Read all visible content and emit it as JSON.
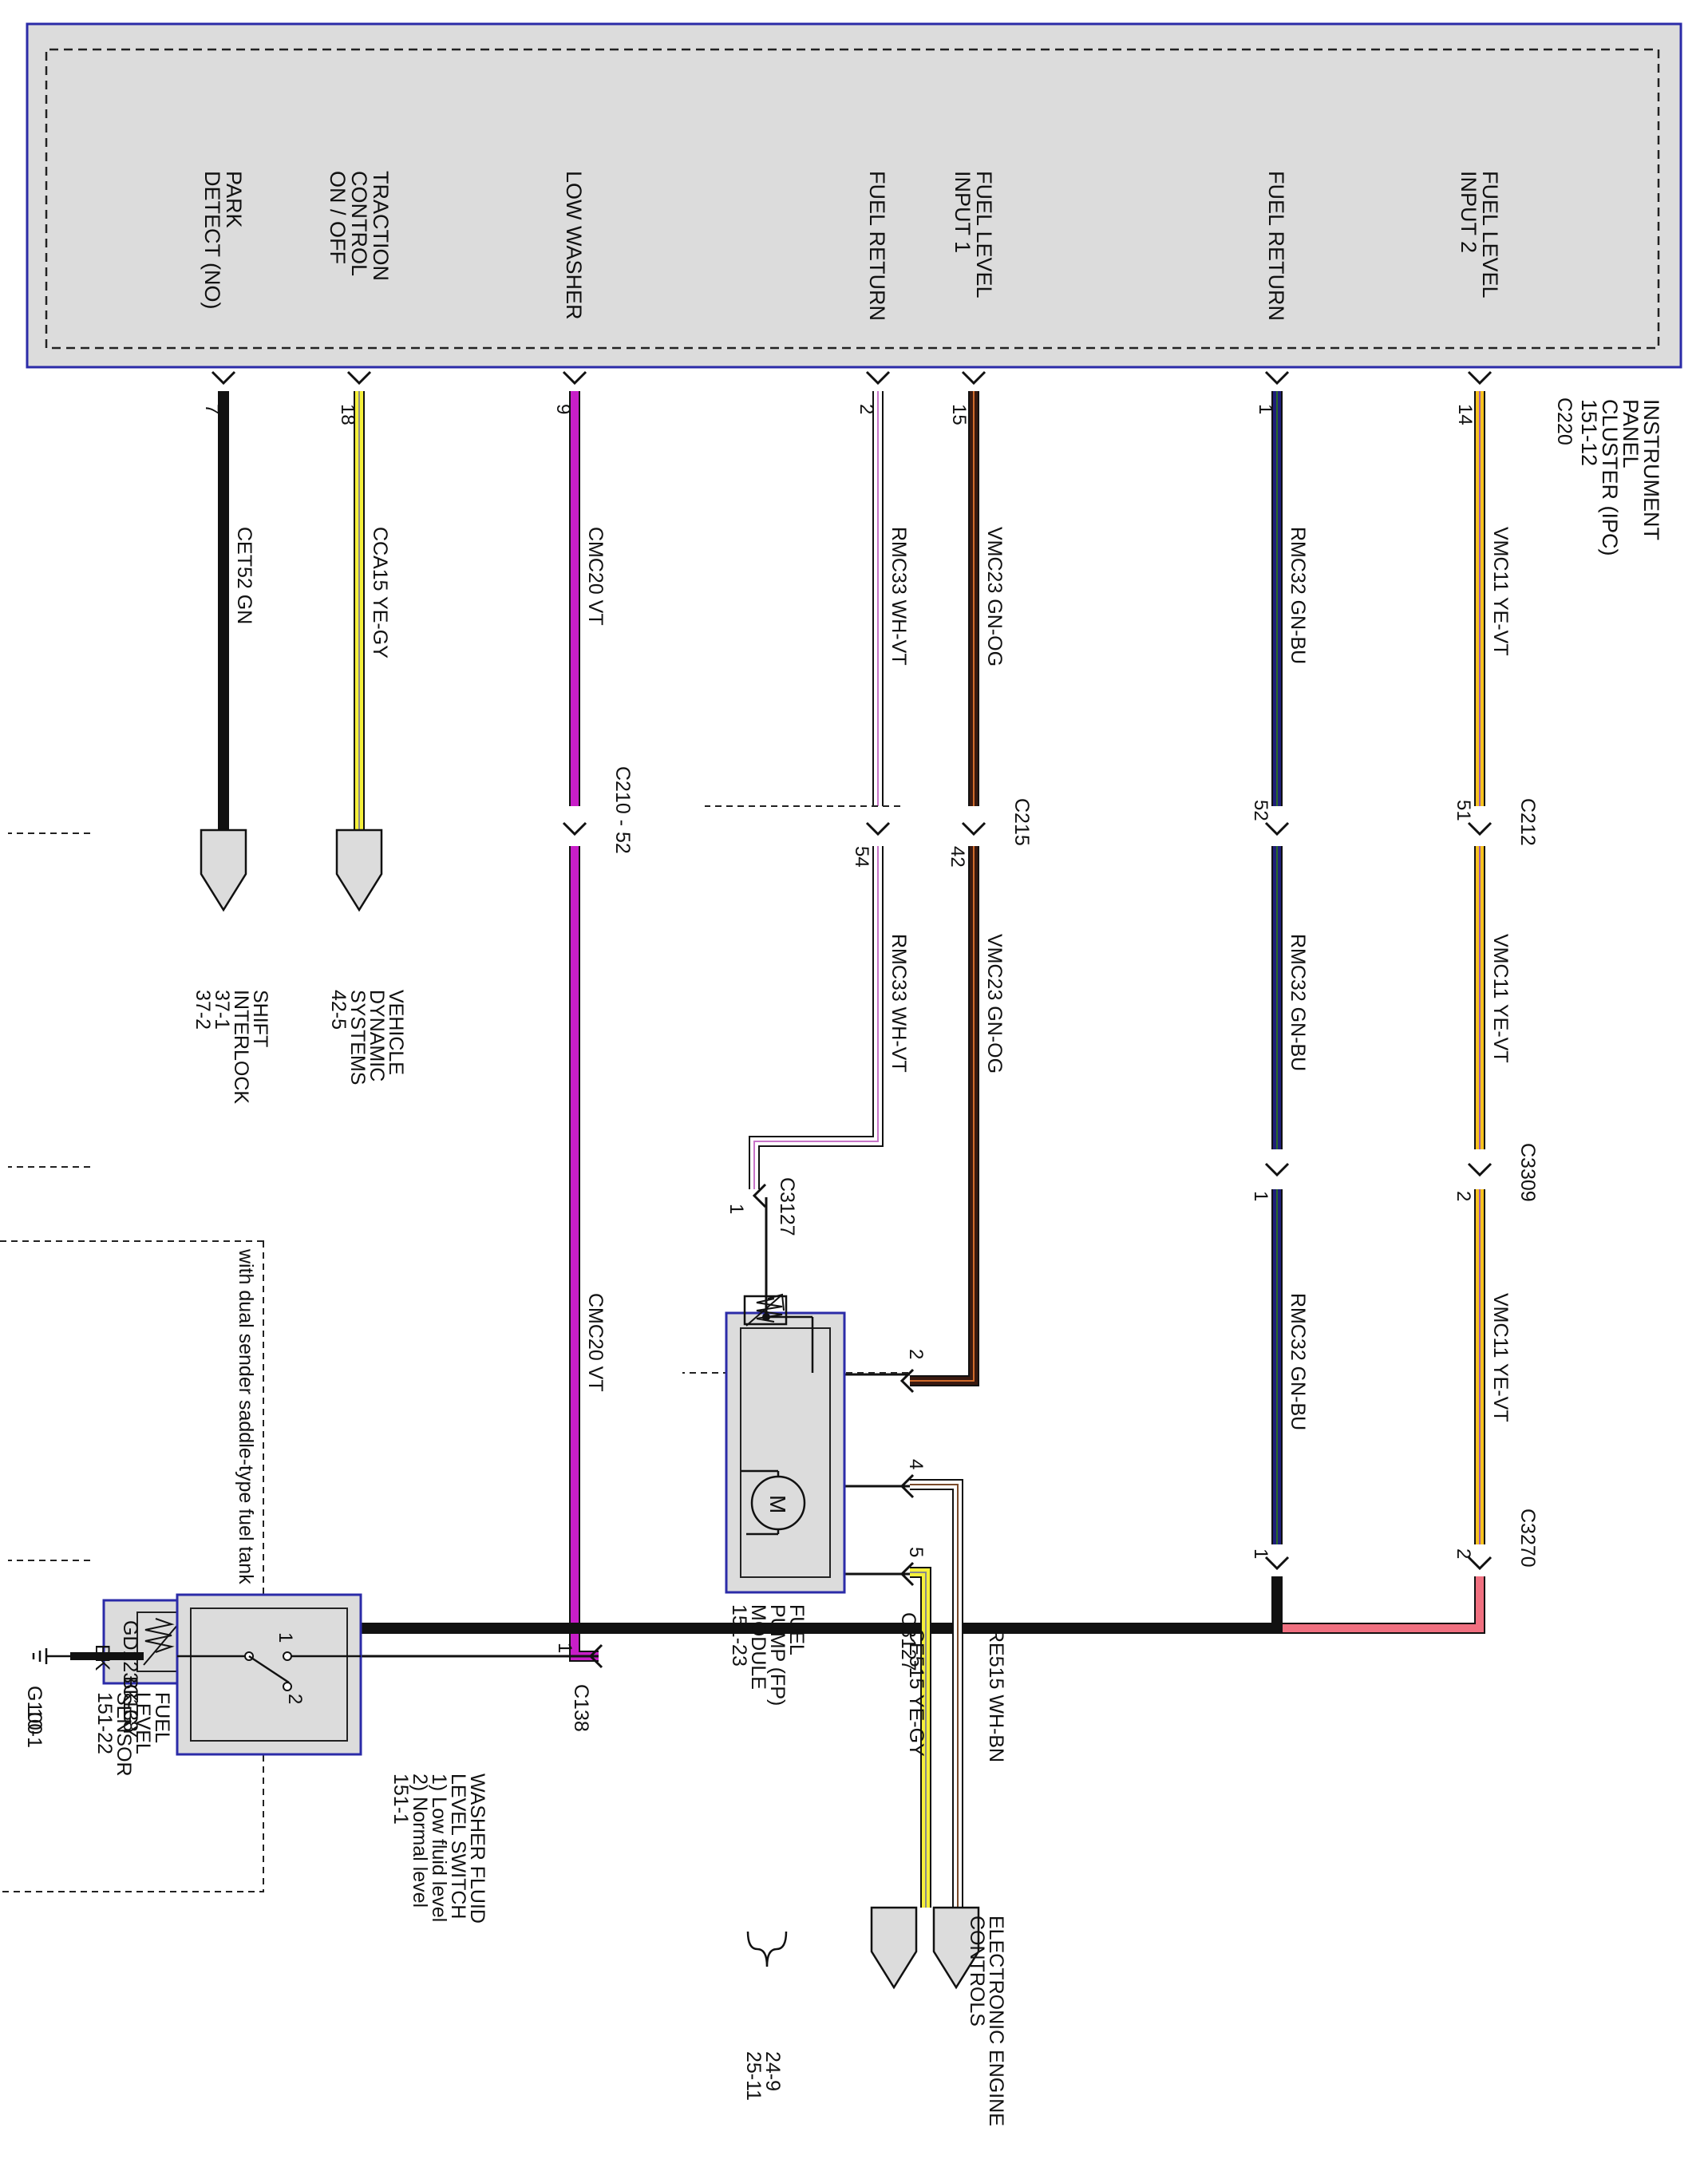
{
  "ipc": {
    "title_lines": [
      "INSTRUMENT",
      "PANEL",
      "CLUSTER (IPC)",
      "151-12"
    ],
    "connector": "C220",
    "signals": [
      {
        "name": "park",
        "lines": [
          "PARK",
          "DETECT (NO)"
        ]
      },
      {
        "name": "traction",
        "lines": [
          "TRACTION",
          "CONTROL",
          "ON / OFF"
        ]
      },
      {
        "name": "washer",
        "lines": [
          "LOW WASHER"
        ]
      },
      {
        "name": "fuelreturn1",
        "lines": [
          "FUEL RETURN"
        ]
      },
      {
        "name": "fuellevel1",
        "lines": [
          "FUEL LEVEL",
          "INPUT 1"
        ]
      },
      {
        "name": "fuelreturn2",
        "lines": [
          "FUEL RETURN"
        ]
      },
      {
        "name": "fuellevel2",
        "lines": [
          "FUEL LEVEL",
          "INPUT 2"
        ]
      }
    ]
  },
  "circuits": {
    "park": {
      "pin": "7",
      "label": "CET52   GN",
      "color": "#111111"
    },
    "traction": {
      "pin": "18",
      "label": "CCA15   YE-GY",
      "color": "#f5f03a",
      "stripe": "#8a8a8a"
    },
    "washer": {
      "pin": "9",
      "label": "CMC20   VT",
      "label2": "CMC20   VT",
      "color": "#c81ec8"
    },
    "fuelreturn1": {
      "pin": "2",
      "label": "RMC33   WH-VT",
      "label2": "RMC33   WH-VT",
      "color": "#ffffff",
      "stripe": "#c874c8"
    },
    "fuellevel1": {
      "pin": "15",
      "label": "VMC23   GN-OG",
      "label2": "VMC23   GN-OG",
      "color": "#3a1a10",
      "stripe": "#d06a2a"
    },
    "fuelreturn2": {
      "pin": "1",
      "label": "RMC32   GN-BU",
      "label2": "RMC32   GN-BU",
      "label3": "RMC32   GN-BU",
      "color": "#1f1f7a",
      "stripe": "#2a6a2a"
    },
    "fuellevel2": {
      "pin": "14",
      "label": "VMC11   YE-VT",
      "label2": "VMC11   YE-VT",
      "label3": "VMC11   YE-VT",
      "color": "#f7c21e",
      "stripe": "#9a5ab0"
    }
  },
  "connectors": {
    "c210": "C210  -  52",
    "c215": "C215",
    "c215_pin_a": "54",
    "c215_pin_b": "42",
    "c212": "C212",
    "c212_pin_a": "52",
    "c212_pin_b": "51",
    "c3309": "C3309",
    "c3309_pin_a": "1",
    "c3309_pin_b": "2",
    "c3270": "C3270",
    "c3270_pin_a": "1",
    "c3270_pin_b": "2",
    "c3127_top": "C3127",
    "c3127_top_pin": "1",
    "c3127_bottom": "C3127",
    "fp_pin_2": "2",
    "fp_pin_4": "4",
    "fp_pin_5": "5",
    "c138_right": "C138",
    "c138_right_pin": "1",
    "c138_left": "C138",
    "c138_left_pin": "2"
  },
  "destinations": {
    "shift": [
      "SHIFT",
      "INTERLOCK",
      "37-1",
      "37-2"
    ],
    "vds": [
      "VEHICLE",
      "DYNAMIC",
      "SYSTEMS",
      "42-5"
    ],
    "eec": [
      "ELECTRONIC ENGINE",
      "CONTROLS"
    ],
    "eec_refs": [
      "24-9",
      "25-11"
    ]
  },
  "fp_module": {
    "label_lines": [
      "FUEL",
      "PUMP (FP)",
      "MODULE",
      "151-23"
    ],
    "motor_symbol": "M",
    "out_wires": [
      {
        "name": "re515",
        "label": "RE515   WH-BN",
        "color": "#ffffff",
        "stripe": "#7a4a2a"
      },
      {
        "name": "ce515",
        "label": "CE515   YE-GY",
        "color": "#f5f03a",
        "stripe": "#8a8a8a"
      }
    ]
  },
  "fuel_sensor": {
    "label_lines": [
      "FUEL",
      "LEVEL",
      "SENSOR",
      "151-22"
    ],
    "wire_pk": {
      "label": "PK",
      "color": "#f07080"
    },
    "wire_bk": {
      "label": "BK",
      "color": "#111111"
    },
    "note": "with dual sender saddle-type fuel tank"
  },
  "washer_switch": {
    "label_lines": [
      "WASHER FLUID",
      "LEVEL SWITCH",
      "1) Low fluid level",
      "2) Normal level",
      "151-1"
    ],
    "pos1": "1",
    "pos2": "2"
  },
  "ground": {
    "circuit": "GD123",
    "color_code": "BK-GY",
    "name": "G100",
    "ref": "10-1"
  },
  "colors": {
    "frame": "#2b2ba8",
    "module_fill": "#dcdcdc"
  }
}
